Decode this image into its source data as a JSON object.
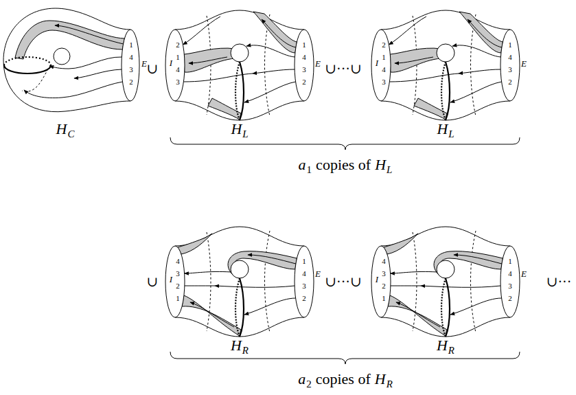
{
  "diagram": {
    "labels": [
      "1",
      "4",
      "3",
      "E",
      "2",
      "∪",
      "2",
      "I",
      "1",
      "4",
      "3",
      "1",
      "4",
      "3",
      "E",
      "2",
      "∪···∪",
      "2",
      "I",
      "1",
      "4",
      "3",
      "1",
      "4",
      "3",
      "E",
      "2",
      "H",
      "C",
      "H",
      "L",
      "H",
      "L",
      "a",
      "1",
      "copies of",
      "H",
      "L",
      "∪",
      "4",
      "I",
      "3",
      "2",
      "1",
      "1",
      "4",
      "E",
      "3",
      "2",
      "∪···∪",
      "4",
      "I",
      "3",
      "2",
      "1",
      "1",
      "4",
      "E",
      "3",
      "2",
      "∪···",
      "H",
      "R",
      "H",
      "R",
      "a",
      "2",
      "copies of",
      "H",
      "R"
    ]
  }
}
